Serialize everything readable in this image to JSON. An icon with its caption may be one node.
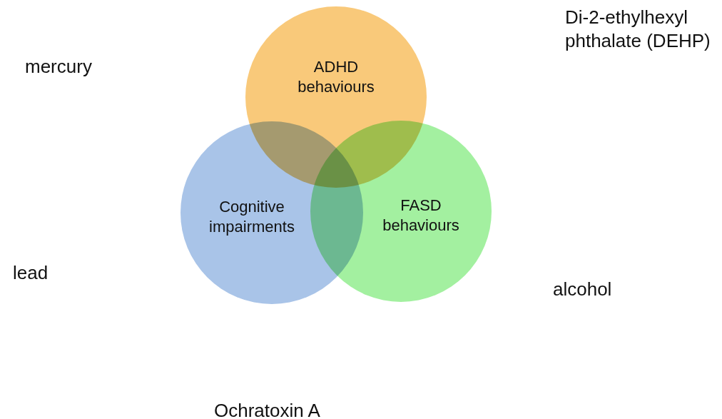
{
  "diagram": {
    "nodes": [
      {
        "text": [
          "ADHD behaviours"
        ]
      },
      {
        "text": [
          "Cognitive impairments"
        ]
      },
      {
        "text": [
          "FASD behaviours"
        ]
      }
    ],
    "labels": [
      "Di-2-ethylhexyl phthalate (DEHP)",
      "mercury",
      "lead",
      "alcohol",
      "Ochratoxin A"
    ]
  }
}
